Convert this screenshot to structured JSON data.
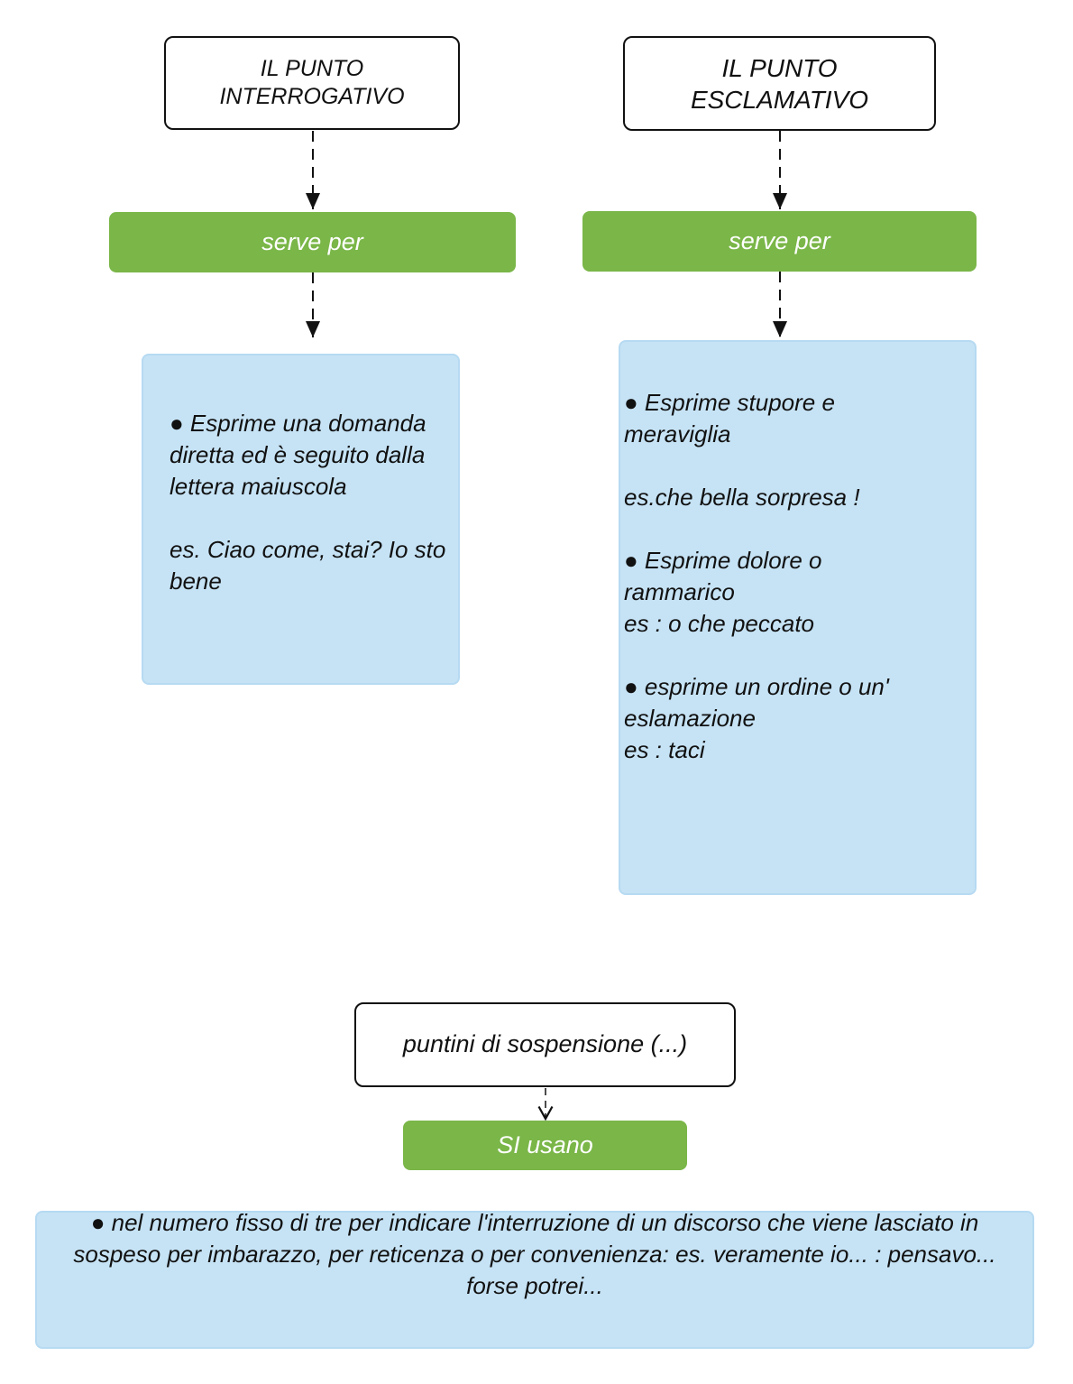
{
  "colors": {
    "accent_green": "#7ab648",
    "note_blue": "#c6e3f5",
    "border": "#111111"
  },
  "left": {
    "title_line1": "IL PUNTO",
    "title_line2": "INTERROGATIVO",
    "connector": "serve per",
    "body": "● Esprime una domanda diretta ed è seguito dalla lettera maiuscola\n\nes. Ciao come,  stai? Io sto bene"
  },
  "right": {
    "title_line1": "IL PUNTO",
    "title_line2": "ESCLAMATIVO",
    "connector": "serve per",
    "body": "● Esprime stupore e meraviglia\n\nes.che bella sorpresa !\n\n● Esprime dolore o rammarico\nes : o che peccato\n\n● esprime un ordine o un' eslamazione\nes : taci"
  },
  "bottom": {
    "title": "puntini di sospensione (...)",
    "connector": "SI usano",
    "body": "● nel numero fisso di tre  per indicare l'interruzione di un discorso che viene lasciato in sospeso per imbarazzo, per reticenza o per convenienza: es. veramente io... : pensavo... forse potrei..."
  }
}
